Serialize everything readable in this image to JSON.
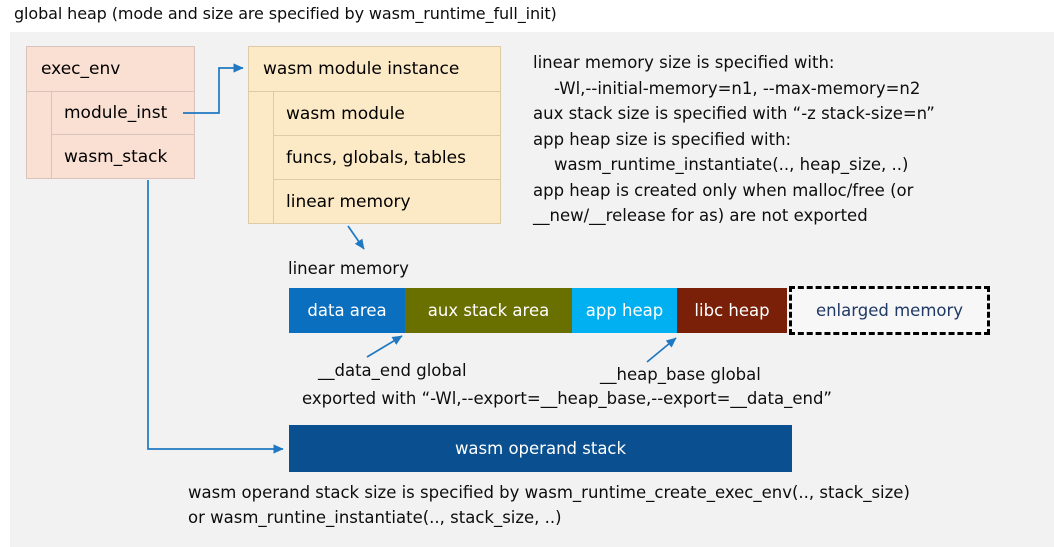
{
  "title": "global heap (mode and size are specified by wasm_runtime_full_init)",
  "colors": {
    "panel_bg": "#f2f2f2",
    "exec_env_fill": "#fadfd3",
    "module_instance_fill": "#fce9c6",
    "data_area": "#0b6fbf",
    "aux_stack_area": "#6a7000",
    "app_heap": "#00b0f0",
    "libc_heap": "#7a2008",
    "enlarged_memory_text": "#1f3864",
    "operand_stack": "#0a5090",
    "connector": "#1f78c1"
  },
  "exec_env": {
    "header": "exec_env",
    "fields": [
      {
        "label": "module_inst"
      },
      {
        "label": "wasm_stack"
      }
    ]
  },
  "module_instance": {
    "header": "wasm module instance",
    "fields": [
      {
        "label": "wasm module"
      },
      {
        "label": "funcs, globals, tables"
      },
      {
        "label": "linear memory"
      }
    ]
  },
  "notes": {
    "right_block": "linear memory size is specified with:\n    -Wl,--initial-memory=n1, --max-memory=n2\naux stack size is specified with “-z stack-size=n”\napp heap size is specified with:\n    wasm_runtime_instantiate(.., heap_size, ..)\napp heap is created only when malloc/free (or\n__new/__release for as) are not exported",
    "data_end_global": "__data_end global",
    "heap_base_global": "__heap_base global",
    "exported_with": "exported with “-Wl,--export=__heap_base,--export=__data_end”",
    "operand_stack_note_line1": "wasm operand stack size is specified by wasm_runtime_create_exec_env(.., stack_size)",
    "operand_stack_note_line2": "or wasm_runtine_instantiate(.., stack_size, ..)"
  },
  "linear_memory": {
    "caption": "linear memory",
    "segments": [
      {
        "label": "data area",
        "color": "#0b6fbf"
      },
      {
        "label": "aux stack area",
        "color": "#6a7000"
      },
      {
        "label": "app heap",
        "color": "#00b0f0"
      },
      {
        "label": "libc heap",
        "color": "#7a2008"
      },
      {
        "label": "enlarged memory",
        "color": "#f7f7f7"
      }
    ]
  },
  "operand_stack": {
    "label": "wasm operand stack"
  }
}
